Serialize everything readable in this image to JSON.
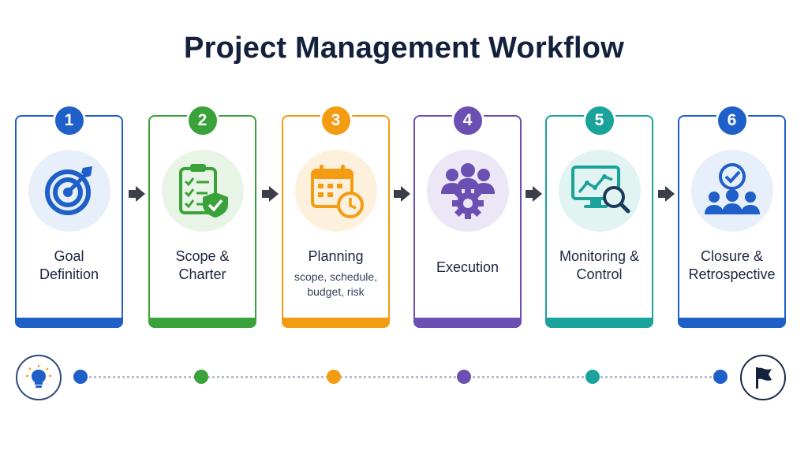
{
  "title": "Project Management Workflow",
  "steps": [
    {
      "number": "1",
      "label_line1": "Goal",
      "label_line2": "Definition",
      "sub": "",
      "color": "#1f5fc8",
      "tint": "#e7effb",
      "icon": "target-icon"
    },
    {
      "number": "2",
      "label_line1": "Scope &",
      "label_line2": "Charter",
      "sub": "",
      "color": "#3aa23a",
      "tint": "#e8f5e6",
      "icon": "clipboard-shield-icon"
    },
    {
      "number": "3",
      "label_line1": "Planning",
      "label_line2": "",
      "sub": "scope, schedule, budget, risk",
      "color": "#f39c12",
      "tint": "#fdf0dd",
      "icon": "calendar-clock-icon"
    },
    {
      "number": "4",
      "label_line1": "Execution",
      "label_line2": "",
      "sub": "",
      "color": "#6c4fb3",
      "tint": "#ece7f7",
      "icon": "team-gear-icon"
    },
    {
      "number": "5",
      "label_line1": "Monitoring &",
      "label_line2": "Control",
      "sub": "",
      "color": "#1aa39a",
      "tint": "#e1f4f2",
      "icon": "monitor-magnifier-icon"
    },
    {
      "number": "6",
      "label_line1": "Closure &",
      "label_line2": "Retrospective",
      "sub": "",
      "color": "#1f5fc8",
      "tint": "#e7effb",
      "icon": "team-check-icon"
    }
  ],
  "timeline": {
    "start_icon": "lightbulb-icon",
    "end_icon": "flag-icon",
    "dot_colors": [
      "#1f5fc8",
      "#3aa23a",
      "#f39c12",
      "#6c4fb3",
      "#1aa39a",
      "#1f5fc8"
    ]
  }
}
